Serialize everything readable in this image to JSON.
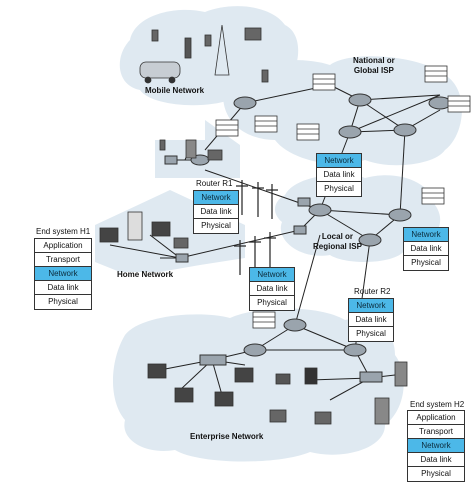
{
  "clouds": {
    "mobile": "Mobile Network",
    "national_line1": "National or",
    "national_line2": "Global ISP",
    "local_line1": "Local or",
    "local_line2": "Regional ISP",
    "home": "Home Network",
    "enterprise": "Enterprise Network"
  },
  "titles": {
    "end_system_h1": "End system H1",
    "router_r1": "Router R1",
    "router_r2": "Router R2",
    "end_system_h2": "End system H2"
  },
  "stacks": {
    "h1": [
      "Application",
      "Transport",
      "Network",
      "Data link",
      "Physical"
    ],
    "r1": [
      "Network",
      "Data link",
      "Physical"
    ],
    "isp_top": [
      "Network",
      "Data link",
      "Physical"
    ],
    "isp_local": [
      "Network",
      "Data link",
      "Physical"
    ],
    "mid": [
      "Network",
      "Data link",
      "Physical"
    ],
    "r2": [
      "Network",
      "Data link",
      "Physical"
    ],
    "h2": [
      "Application",
      "Transport",
      "Network",
      "Data link",
      "Physical"
    ]
  },
  "colors": {
    "cloud": "#dfe9f1",
    "highlight": "#4cb8e8",
    "router": "#9aa4ad",
    "link": "#222222"
  }
}
